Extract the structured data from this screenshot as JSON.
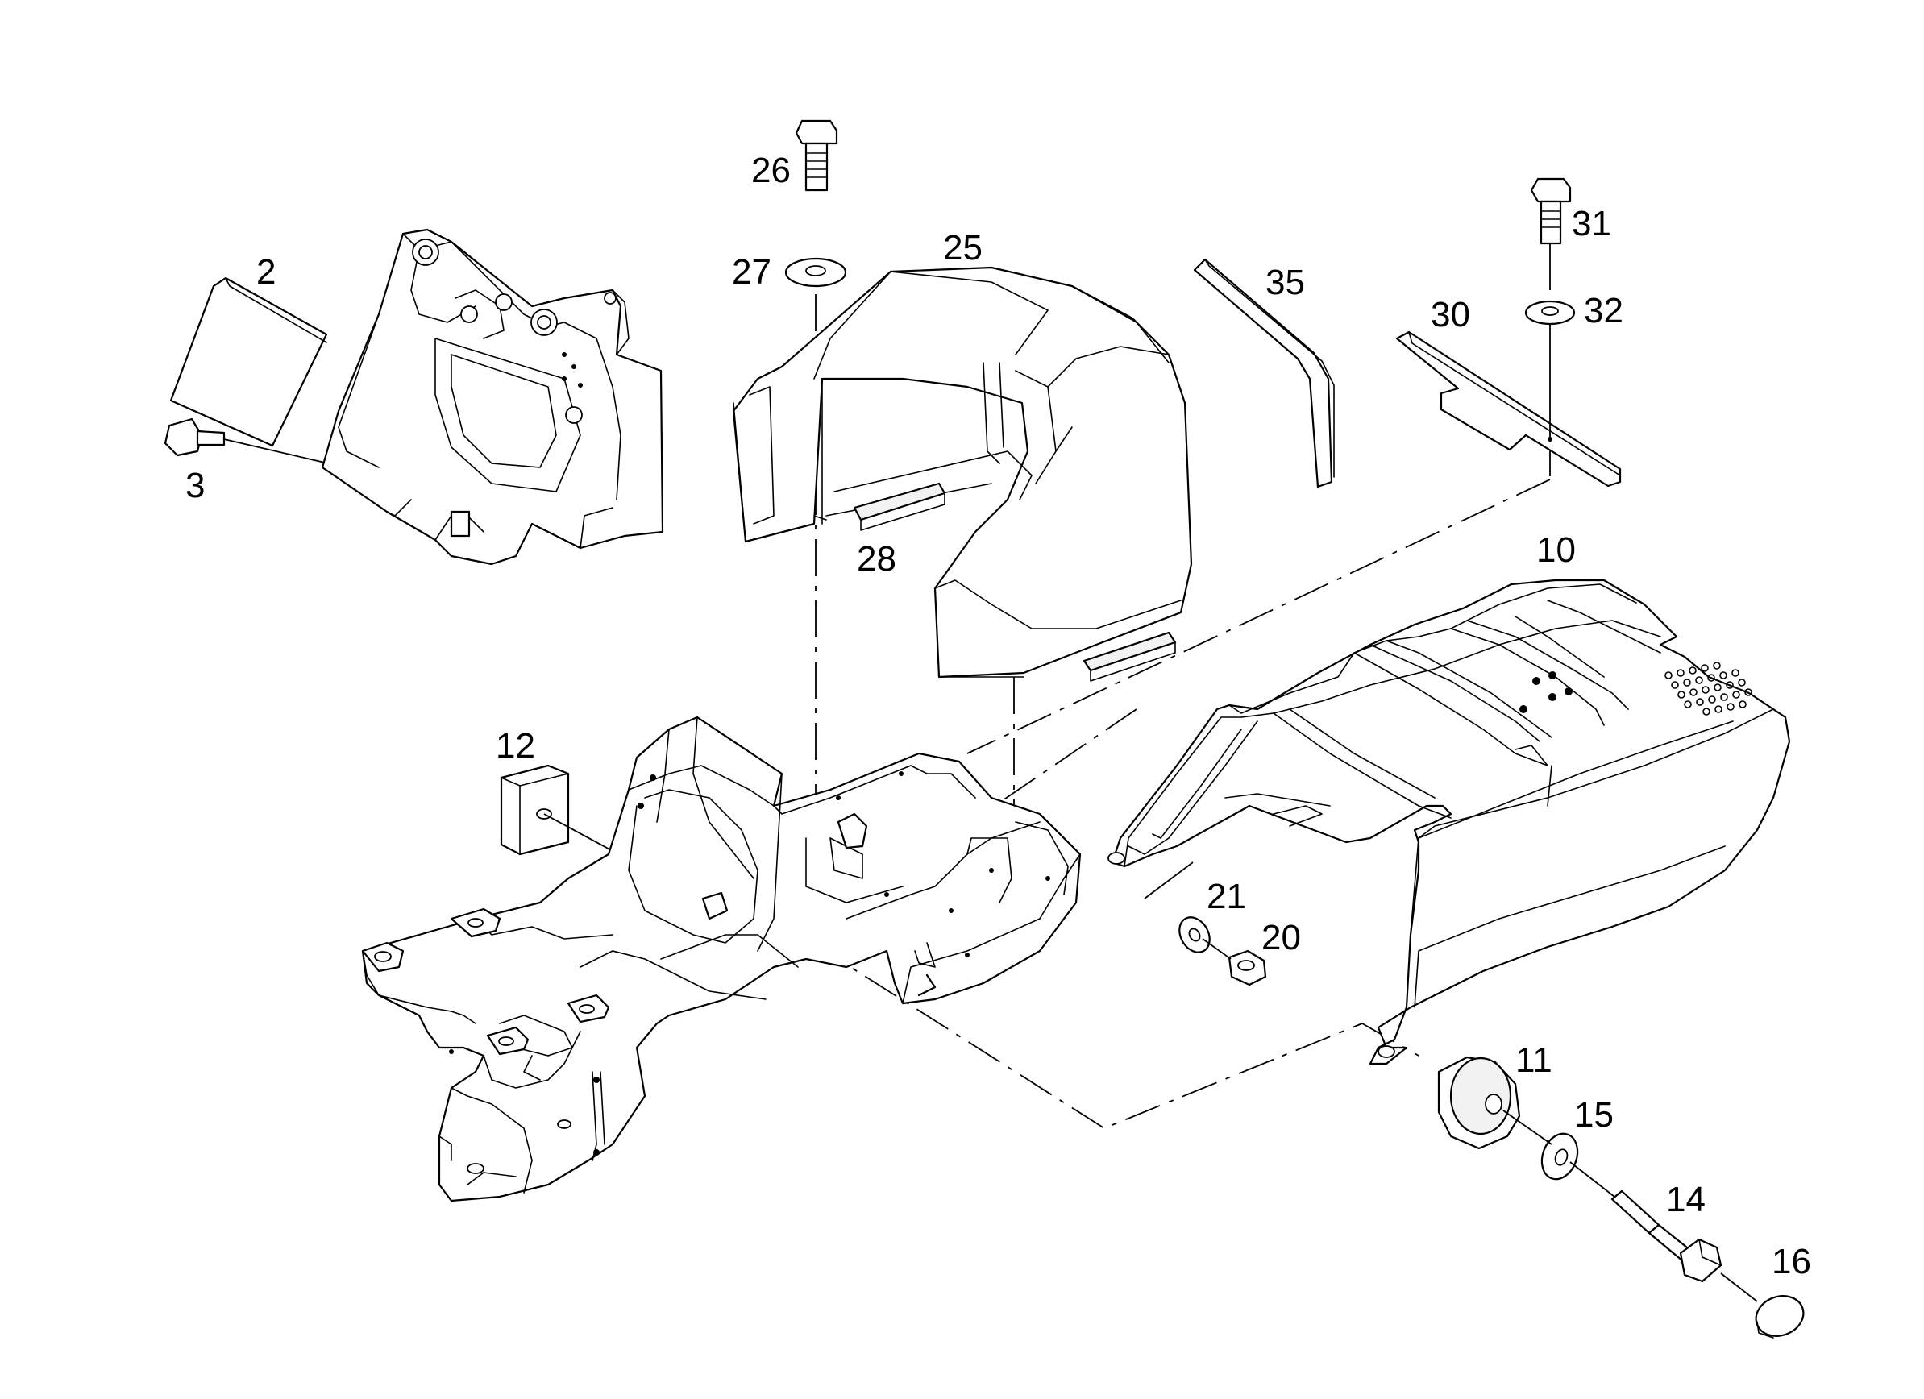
{
  "diagram": {
    "callouts": [
      {
        "id": "c2",
        "text": "2"
      },
      {
        "id": "c3",
        "text": "3"
      },
      {
        "id": "c10",
        "text": "10"
      },
      {
        "id": "c11",
        "text": "11"
      },
      {
        "id": "c12",
        "text": "12"
      },
      {
        "id": "c14",
        "text": "14"
      },
      {
        "id": "c15",
        "text": "15"
      },
      {
        "id": "c16",
        "text": "16"
      },
      {
        "id": "c20",
        "text": "20"
      },
      {
        "id": "c21",
        "text": "21"
      },
      {
        "id": "c25",
        "text": "25"
      },
      {
        "id": "c26",
        "text": "26"
      },
      {
        "id": "c27",
        "text": "27"
      },
      {
        "id": "c28",
        "text": "28"
      },
      {
        "id": "c30",
        "text": "30"
      },
      {
        "id": "c31",
        "text": "31"
      },
      {
        "id": "c32",
        "text": "32"
      },
      {
        "id": "c35",
        "text": "35"
      }
    ]
  }
}
